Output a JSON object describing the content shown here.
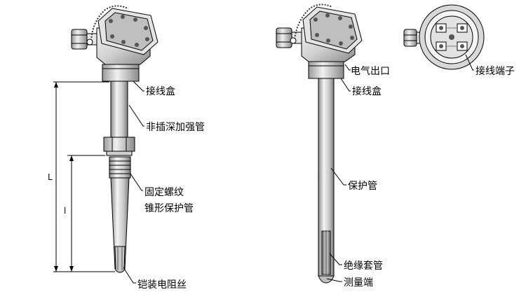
{
  "left_assembly": {
    "labels": {
      "junction_box": "接线盒",
      "non_insert_reinforced_tube": "非插深加强管",
      "fixed_thread": "固定螺纹",
      "tapered_protection_tube": "锥形保护管",
      "armored_resistor_wire": "铠装电阻丝"
    },
    "dimensions": {
      "total_length": "L",
      "insertion_length": "l"
    }
  },
  "right_assembly": {
    "labels": {
      "electrical_outlet": "电气出口",
      "junction_box": "接线盒",
      "terminal_block": "接线端子",
      "protection_tube": "保护管",
      "insulating_sleeve": "绝缘套管",
      "measuring_end": "测量端"
    }
  }
}
